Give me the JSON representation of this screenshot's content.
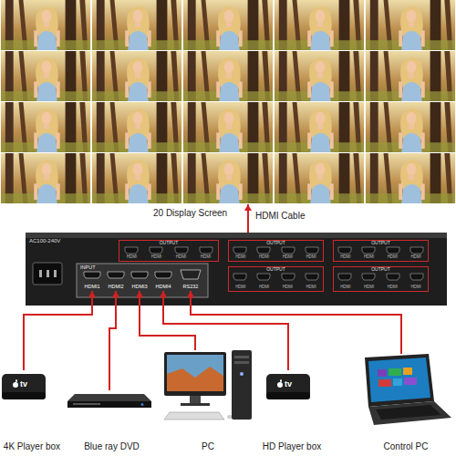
{
  "diagram": {
    "nodes": [
      {
        "text": [
          "20 Display Screen"
        ]
      },
      {
        "text": [
          "AC100-240V"
        ]
      },
      {
        "text": [
          "OUTPUT",
          "HDMI",
          "HDMI",
          "HDMI",
          "HDMI"
        ],
        "in": 1
      },
      {
        "text": [
          "OUTPUT",
          "HDMI",
          "HDMI",
          "HDMI",
          "HDMI"
        ],
        "in": 1
      },
      {
        "text": [
          "OUTPUT",
          "HDMI",
          "HDMI",
          "HDMI",
          "HDMI"
        ],
        "in": 1
      },
      {
        "text": [
          "INPUT"
        ],
        "in": 1
      },
      {
        "text": [
          "HDMI1"
        ],
        "in": 5
      },
      {
        "text": [
          "HDMI2"
        ],
        "in": 5
      },
      {
        "text": [
          "HDMI3"
        ],
        "in": 5
      },
      {
        "text": [
          "HDMI4"
        ],
        "in": 5
      },
      {
        "text": [
          "RS232"
        ],
        "in": 5
      },
      {
        "text": [
          "OUTPUT",
          "HDMI",
          "HDMI",
          "HDMI",
          "HDMI"
        ],
        "in": 1
      },
      {
        "text": [
          "OUTPUT",
          "HDMI",
          "HDMI",
          "HDMI",
          "HDMI"
        ],
        "in": 1
      },
      {
        "text": [
          "4K Player box"
        ]
      },
      {
        "text": [
          "Blue ray DVD"
        ]
      },
      {
        "text": [
          "PC"
        ]
      },
      {
        "text": [
          "HD Player box"
        ]
      },
      {
        "text": [
          "Control PC"
        ]
      }
    ],
    "edges": [
      {
        "from": 13,
        "to": 6,
        "arrow": "to"
      },
      {
        "from": 14,
        "to": 7,
        "arrow": "to"
      },
      {
        "from": 15,
        "to": 8,
        "arrow": "to"
      },
      {
        "from": 16,
        "to": 9,
        "arrow": "to"
      },
      {
        "from": 17,
        "to": 10,
        "arrow": "to"
      },
      {
        "from": 1,
        "to": 0,
        "label": "HDMI Cable",
        "arrow": "to"
      }
    ],
    "labels": [
      "tv",
      "tv"
    ]
  }
}
